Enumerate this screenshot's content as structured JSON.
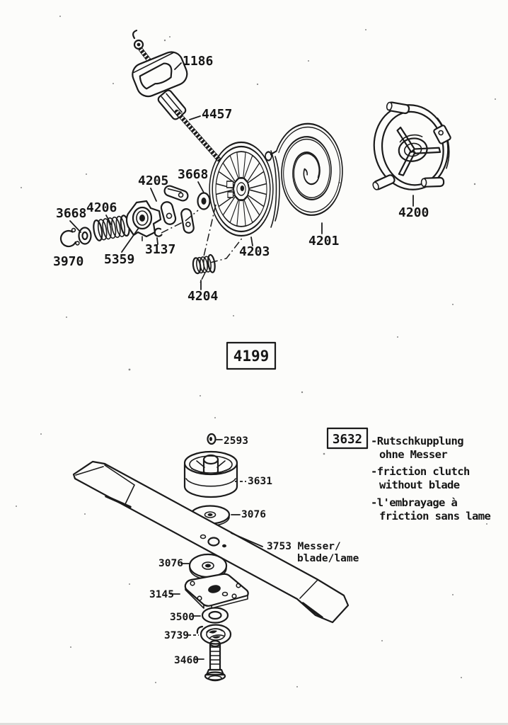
{
  "document": {
    "kind": "exploded parts diagram (scanned)",
    "ink_color": "#1b1b1b",
    "paper_color": "#fcfcfa"
  },
  "upper_assembly": {
    "figure_ref": "4199",
    "parts": {
      "handle": "1186",
      "rope": "4457",
      "washer_right": "3668",
      "pawl_set": "4205",
      "coil_spring": "4206",
      "washer_left": "3668",
      "circlip": "3970",
      "cam": "5359",
      "clip": "3137",
      "rope_pulley": "4203",
      "spiral_spring": "4201",
      "starter_housing": "4200",
      "small_spring": "4204"
    }
  },
  "lower_assembly": {
    "note_ref": "3632",
    "parts": {
      "o_ring": "2593",
      "clutch_bell": "3631",
      "washer_upper": "3076",
      "blade_line1": "3753 Messer/",
      "blade_line2": "blade/lame",
      "washer_lower": "3076",
      "clamp_plate": "3145",
      "washer_small": "3500",
      "spring_washer": "3739",
      "bolt": "3460"
    },
    "notes": {
      "de1": "-Rutschkupplung",
      "de2": "ohne Messer",
      "en1": "-friction clutch",
      "en2": "without blade",
      "fr1": "-l'embrayage à",
      "fr2": "friction sans lame"
    }
  }
}
